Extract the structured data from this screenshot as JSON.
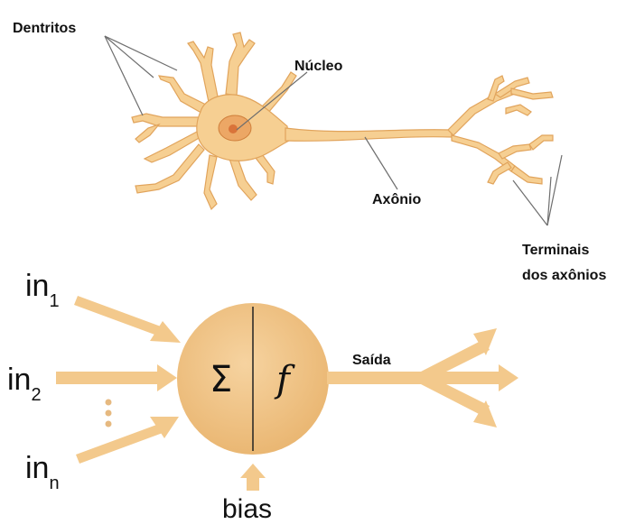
{
  "neuron": {
    "labels": {
      "dendrites": "Dentritos",
      "nucleus": "Núcleo",
      "axon": "Axônio",
      "terminals_line1": "Terminais",
      "terminals_line2": "dos axônios"
    }
  },
  "perceptron": {
    "input1_main": "in",
    "input1_sub": "1",
    "input2_main": "in",
    "input2_sub": "2",
    "inputn_main": "in",
    "inputn_sub": "n",
    "sum_symbol": "Σ",
    "activation_symbol": "f",
    "output_label": "Saída",
    "bias_label": "bias"
  },
  "colors": {
    "neuron_body": "#f6cf92",
    "neuron_outline": "#e1a45c",
    "nucleus": "#e79a5a",
    "arrows": "#f3c98c",
    "circle": "#f1c27d",
    "text": "#111111"
  }
}
